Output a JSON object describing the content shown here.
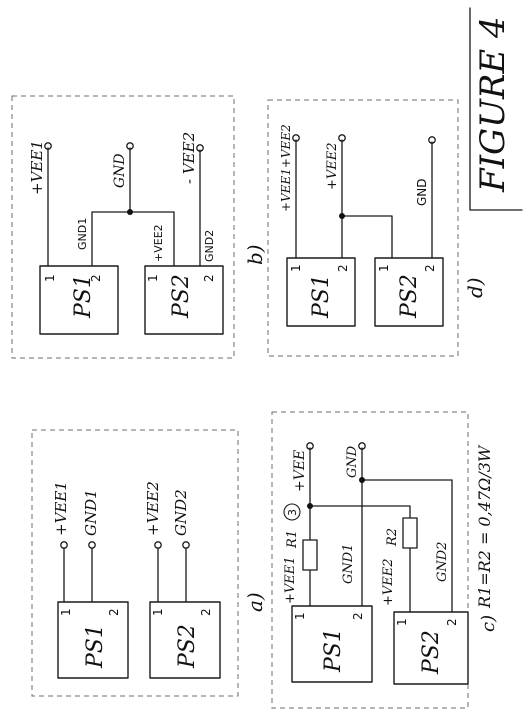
{
  "title": "FIGURE 4",
  "panels": {
    "a": {
      "caption": "a)",
      "ps1": {
        "name": "PS1",
        "pin1": "1",
        "pin2": "2"
      },
      "ps2": {
        "name": "PS2",
        "pin1": "1",
        "pin2": "2"
      },
      "labels": {
        "vee1": "+VEE1",
        "gnd1": "GND1",
        "vee2": "+VEE2",
        "gnd2": "GND2"
      }
    },
    "b": {
      "caption": "b)",
      "ps1": {
        "name": "PS1",
        "pin1": "1",
        "pin2": "2"
      },
      "ps2": {
        "name": "PS2",
        "pin1": "1",
        "pin2": "2"
      },
      "labels": {
        "vee1_out": "+VEE1",
        "gnd_out": "GND",
        "vee2_out": "- VEE2",
        "gnd1": "GND1",
        "vee2": "+VEE2",
        "gnd2": "GND2"
      }
    },
    "c": {
      "caption": "c)",
      "ps1": {
        "name": "PS1",
        "pin1": "1",
        "pin2": "2"
      },
      "ps2": {
        "name": "PS2",
        "pin1": "1",
        "pin2": "2"
      },
      "labels": {
        "vee_out": "+VEE",
        "gnd_out": "GND",
        "vee1": "+VEE1",
        "r1": "R1",
        "node": "3",
        "gnd1": "GND1",
        "vee2": "+VEE2",
        "r2": "R2",
        "gnd2": "GND2"
      },
      "note": "R1=R2 = 0,47Ω/3W"
    },
    "d": {
      "caption": "d)",
      "ps1": {
        "name": "PS1",
        "pin1": "1",
        "pin2": "2"
      },
      "ps2": {
        "name": "PS2",
        "pin1": "1",
        "pin2": "2"
      },
      "labels": {
        "sum_out": "+VEE1+VEE2",
        "vee2_out": "+VEE2",
        "gnd_out": "GND"
      }
    }
  }
}
